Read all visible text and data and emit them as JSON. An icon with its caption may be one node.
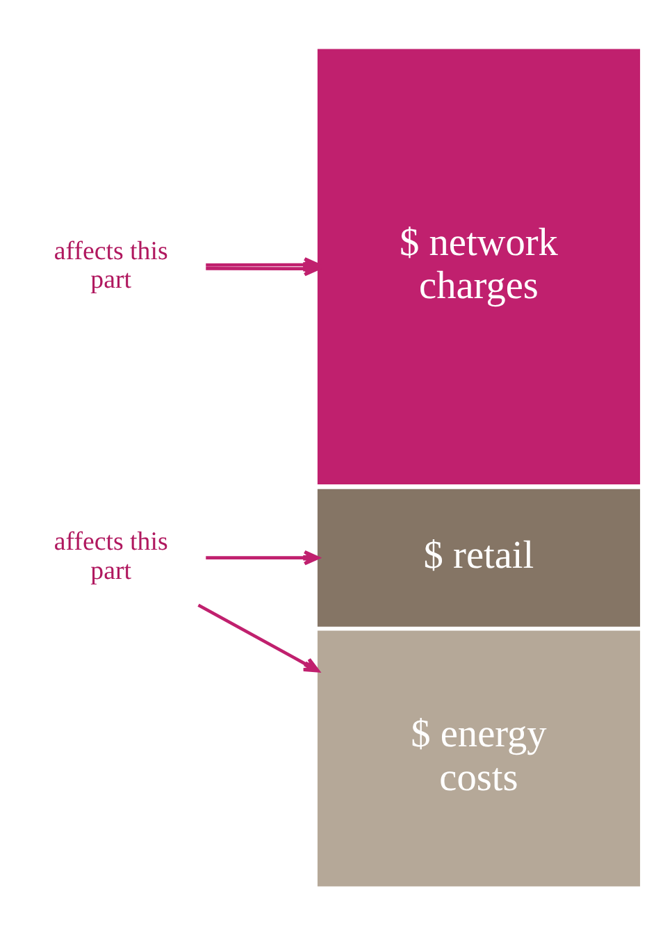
{
  "diagram": {
    "nodes": [
      {
        "text": [
          "affects this part"
        ]
      },
      {
        "text": [
          "$ network charges"
        ]
      },
      {
        "text": [
          "$ retail"
        ]
      },
      {
        "text": [
          "affects this part"
        ]
      },
      {
        "text": [
          "$ energy costs"
        ]
      }
    ],
    "edges": [
      {
        "from": 0,
        "to": 1,
        "arrow": "to"
      },
      {
        "from": 0,
        "to": 1,
        "arrow": "to"
      },
      {
        "from": 3,
        "to": 2,
        "arrow": "to"
      },
      {
        "from": 3,
        "to": 4,
        "arrow": "to"
      }
    ]
  }
}
